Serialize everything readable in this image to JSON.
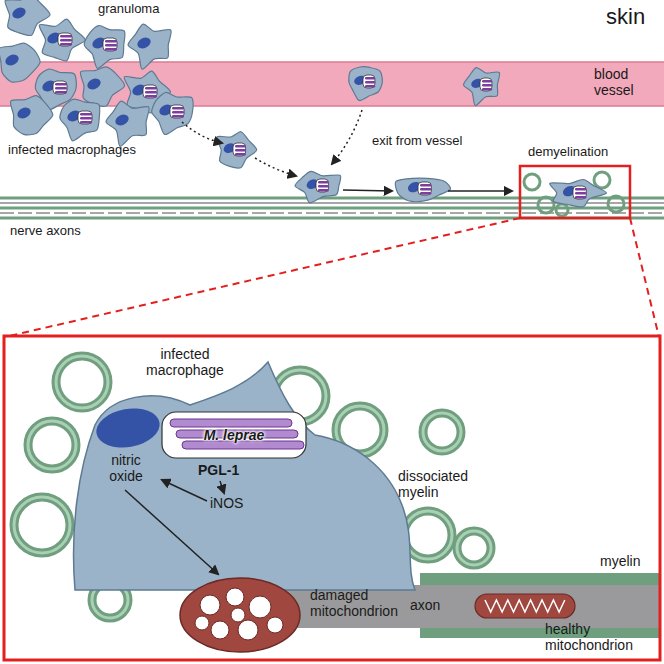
{
  "diagram": {
    "nodes": [
      {
        "text": [
          "infected macrophage",
          "PGL-1",
          "iNOS",
          "nitric oxide"
        ]
      },
      {
        "text": [
          "M. leprae"
        ],
        "in": 0
      },
      {
        "text": [
          "damaged mitochondrion"
        ]
      },
      {
        "text": [
          "healthy mitochondrion"
        ]
      }
    ],
    "labels": [
      "skin",
      "granuloma",
      "blood vessel",
      "infected macrophages",
      "exit from vessel",
      "demyelination",
      "nerve axons",
      "dissociated myelin",
      "myelin",
      "axon"
    ]
  }
}
